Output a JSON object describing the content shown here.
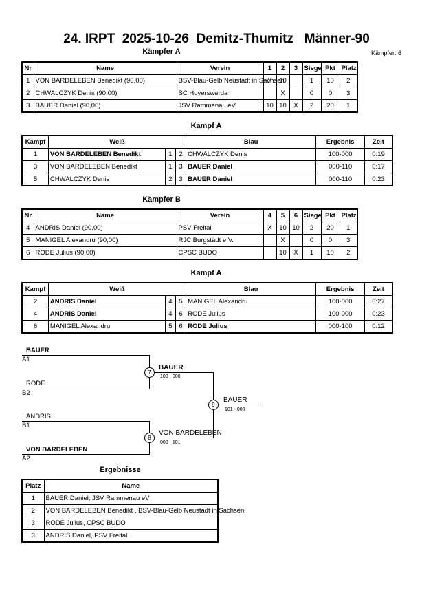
{
  "header": {
    "title": "24. IRPT  2025-10-26  Demitz-Thumitz   Männer-90",
    "group_a_label": "Kämpfer A",
    "fighter_count": "Kämpfer: 6"
  },
  "group_a": {
    "columns": [
      "Nr",
      "Name",
      "Verein",
      "1",
      "2",
      "3",
      "Siege",
      "Pkt",
      "Platz"
    ],
    "rows": [
      {
        "nr": "1",
        "name": "VON BARDELEBEN Benedikt   (90,00)",
        "verein": "BSV-Blau-Gelb Neustadt in Sachsen",
        "r1": "X",
        "r2": "10",
        "r3": "",
        "siege": "1",
        "pkt": "10",
        "platz": "2"
      },
      {
        "nr": "2",
        "name": "CHWALCZYK Denis  (90,00)",
        "verein": "SC Hoyerswerda",
        "r1": "",
        "r2": "X",
        "r3": "",
        "siege": "0",
        "pkt": "0",
        "platz": "3"
      },
      {
        "nr": "3",
        "name": "BAUER Daniel  (90,00)",
        "verein": "JSV Rammenau eV",
        "r1": "10",
        "r2": "10",
        "r3": "X",
        "siege": "2",
        "pkt": "20",
        "platz": "1"
      }
    ]
  },
  "kampf_a": {
    "label": "Kampf A",
    "columns": [
      "Kampf",
      "Weiß",
      "Blau",
      "Ergebnis",
      "Zeit"
    ],
    "rows": [
      {
        "kampf": "1",
        "weiss": "VON BARDELEBEN Benedikt",
        "w": "1",
        "b": "2",
        "blau": "CHWALCZYK Denis",
        "ergebnis": "100-000",
        "zeit": "0:19",
        "winner": "weiss"
      },
      {
        "kampf": "3",
        "weiss": "VON BARDELEBEN Benedikt",
        "w": "1",
        "b": "3",
        "blau": "BAUER Daniel",
        "ergebnis": "000-110",
        "zeit": "0:17",
        "winner": "blau"
      },
      {
        "kampf": "5",
        "weiss": "CHWALCZYK Denis",
        "w": "2",
        "b": "3",
        "blau": "BAUER Daniel",
        "ergebnis": "000-110",
        "zeit": "0:23",
        "winner": "blau"
      }
    ]
  },
  "group_b": {
    "label": "Kämpfer B",
    "columns": [
      "Nr",
      "Name",
      "Verein",
      "4",
      "5",
      "6",
      "Siege",
      "Pkt",
      "Platz"
    ],
    "rows": [
      {
        "nr": "4",
        "name": "ANDRIS Daniel  (90,00)",
        "verein": "PSV Freital",
        "r1": "X",
        "r2": "10",
        "r3": "10",
        "siege": "2",
        "pkt": "20",
        "platz": "1"
      },
      {
        "nr": "5",
        "name": "MANIGEL Alexandru  (90,00)",
        "verein": "RJC Burgstädt e.V.",
        "r1": "",
        "r2": "X",
        "r3": "",
        "siege": "0",
        "pkt": "0",
        "platz": "3"
      },
      {
        "nr": "6",
        "name": "RODE Julius  (90,00)",
        "verein": "CPSC BUDO",
        "r1": "",
        "r2": "10",
        "r3": "X",
        "siege": "1",
        "pkt": "10",
        "platz": "2"
      }
    ]
  },
  "kampf_b": {
    "label": "Kampf A",
    "columns": [
      "Kampf",
      "Weiß",
      "Blau",
      "Ergebnis",
      "Zeit"
    ],
    "rows": [
      {
        "kampf": "2",
        "weiss": "ANDRIS Daniel",
        "w": "4",
        "b": "5",
        "blau": "MANIGEL Alexandru",
        "ergebnis": "100-000",
        "zeit": "0:27",
        "winner": "weiss"
      },
      {
        "kampf": "4",
        "weiss": "ANDRIS Daniel",
        "w": "4",
        "b": "6",
        "blau": "RODE Julius",
        "ergebnis": "100-000",
        "zeit": "0:23",
        "winner": "weiss"
      },
      {
        "kampf": "6",
        "weiss": "MANIGEL Alexandru",
        "w": "5",
        "b": "6",
        "blau": "RODE Julius",
        "ergebnis": "000-100",
        "zeit": "0:12",
        "winner": "blau"
      }
    ]
  },
  "bracket": {
    "sf1_top_name": "BAUER",
    "sf1_top_code": "A1",
    "sf1_bottom_name": "RODE",
    "sf1_bottom_code": "B2",
    "sf1_number": "7",
    "sf1_winner": "BAUER",
    "sf1_score": "100 - 000",
    "sf2_top_name": "ANDRIS",
    "sf2_top_code": "B1",
    "sf2_bottom_name": "VON BARDELEBEN",
    "sf2_bottom_code": "A2",
    "sf2_number": "8",
    "sf2_winner": "VON BARDELEBEN",
    "sf2_score": "000 - 101",
    "final_number": "9",
    "final_winner": "BAUER",
    "final_score": "101 - 000"
  },
  "results": {
    "label": "Ergebnisse",
    "columns": [
      "Platz",
      "Name"
    ],
    "rows": [
      {
        "platz": "1",
        "name": "BAUER Daniel, JSV Rammenau eV"
      },
      {
        "platz": "2",
        "name": "VON BARDELEBEN Benedikt , BSV-Blau-Gelb Neustadt in Sachsen"
      },
      {
        "platz": "3",
        "name": "RODE Julius, CPSC BUDO"
      },
      {
        "platz": "3",
        "name": "ANDRIS Daniel, PSV Freital"
      }
    ]
  }
}
